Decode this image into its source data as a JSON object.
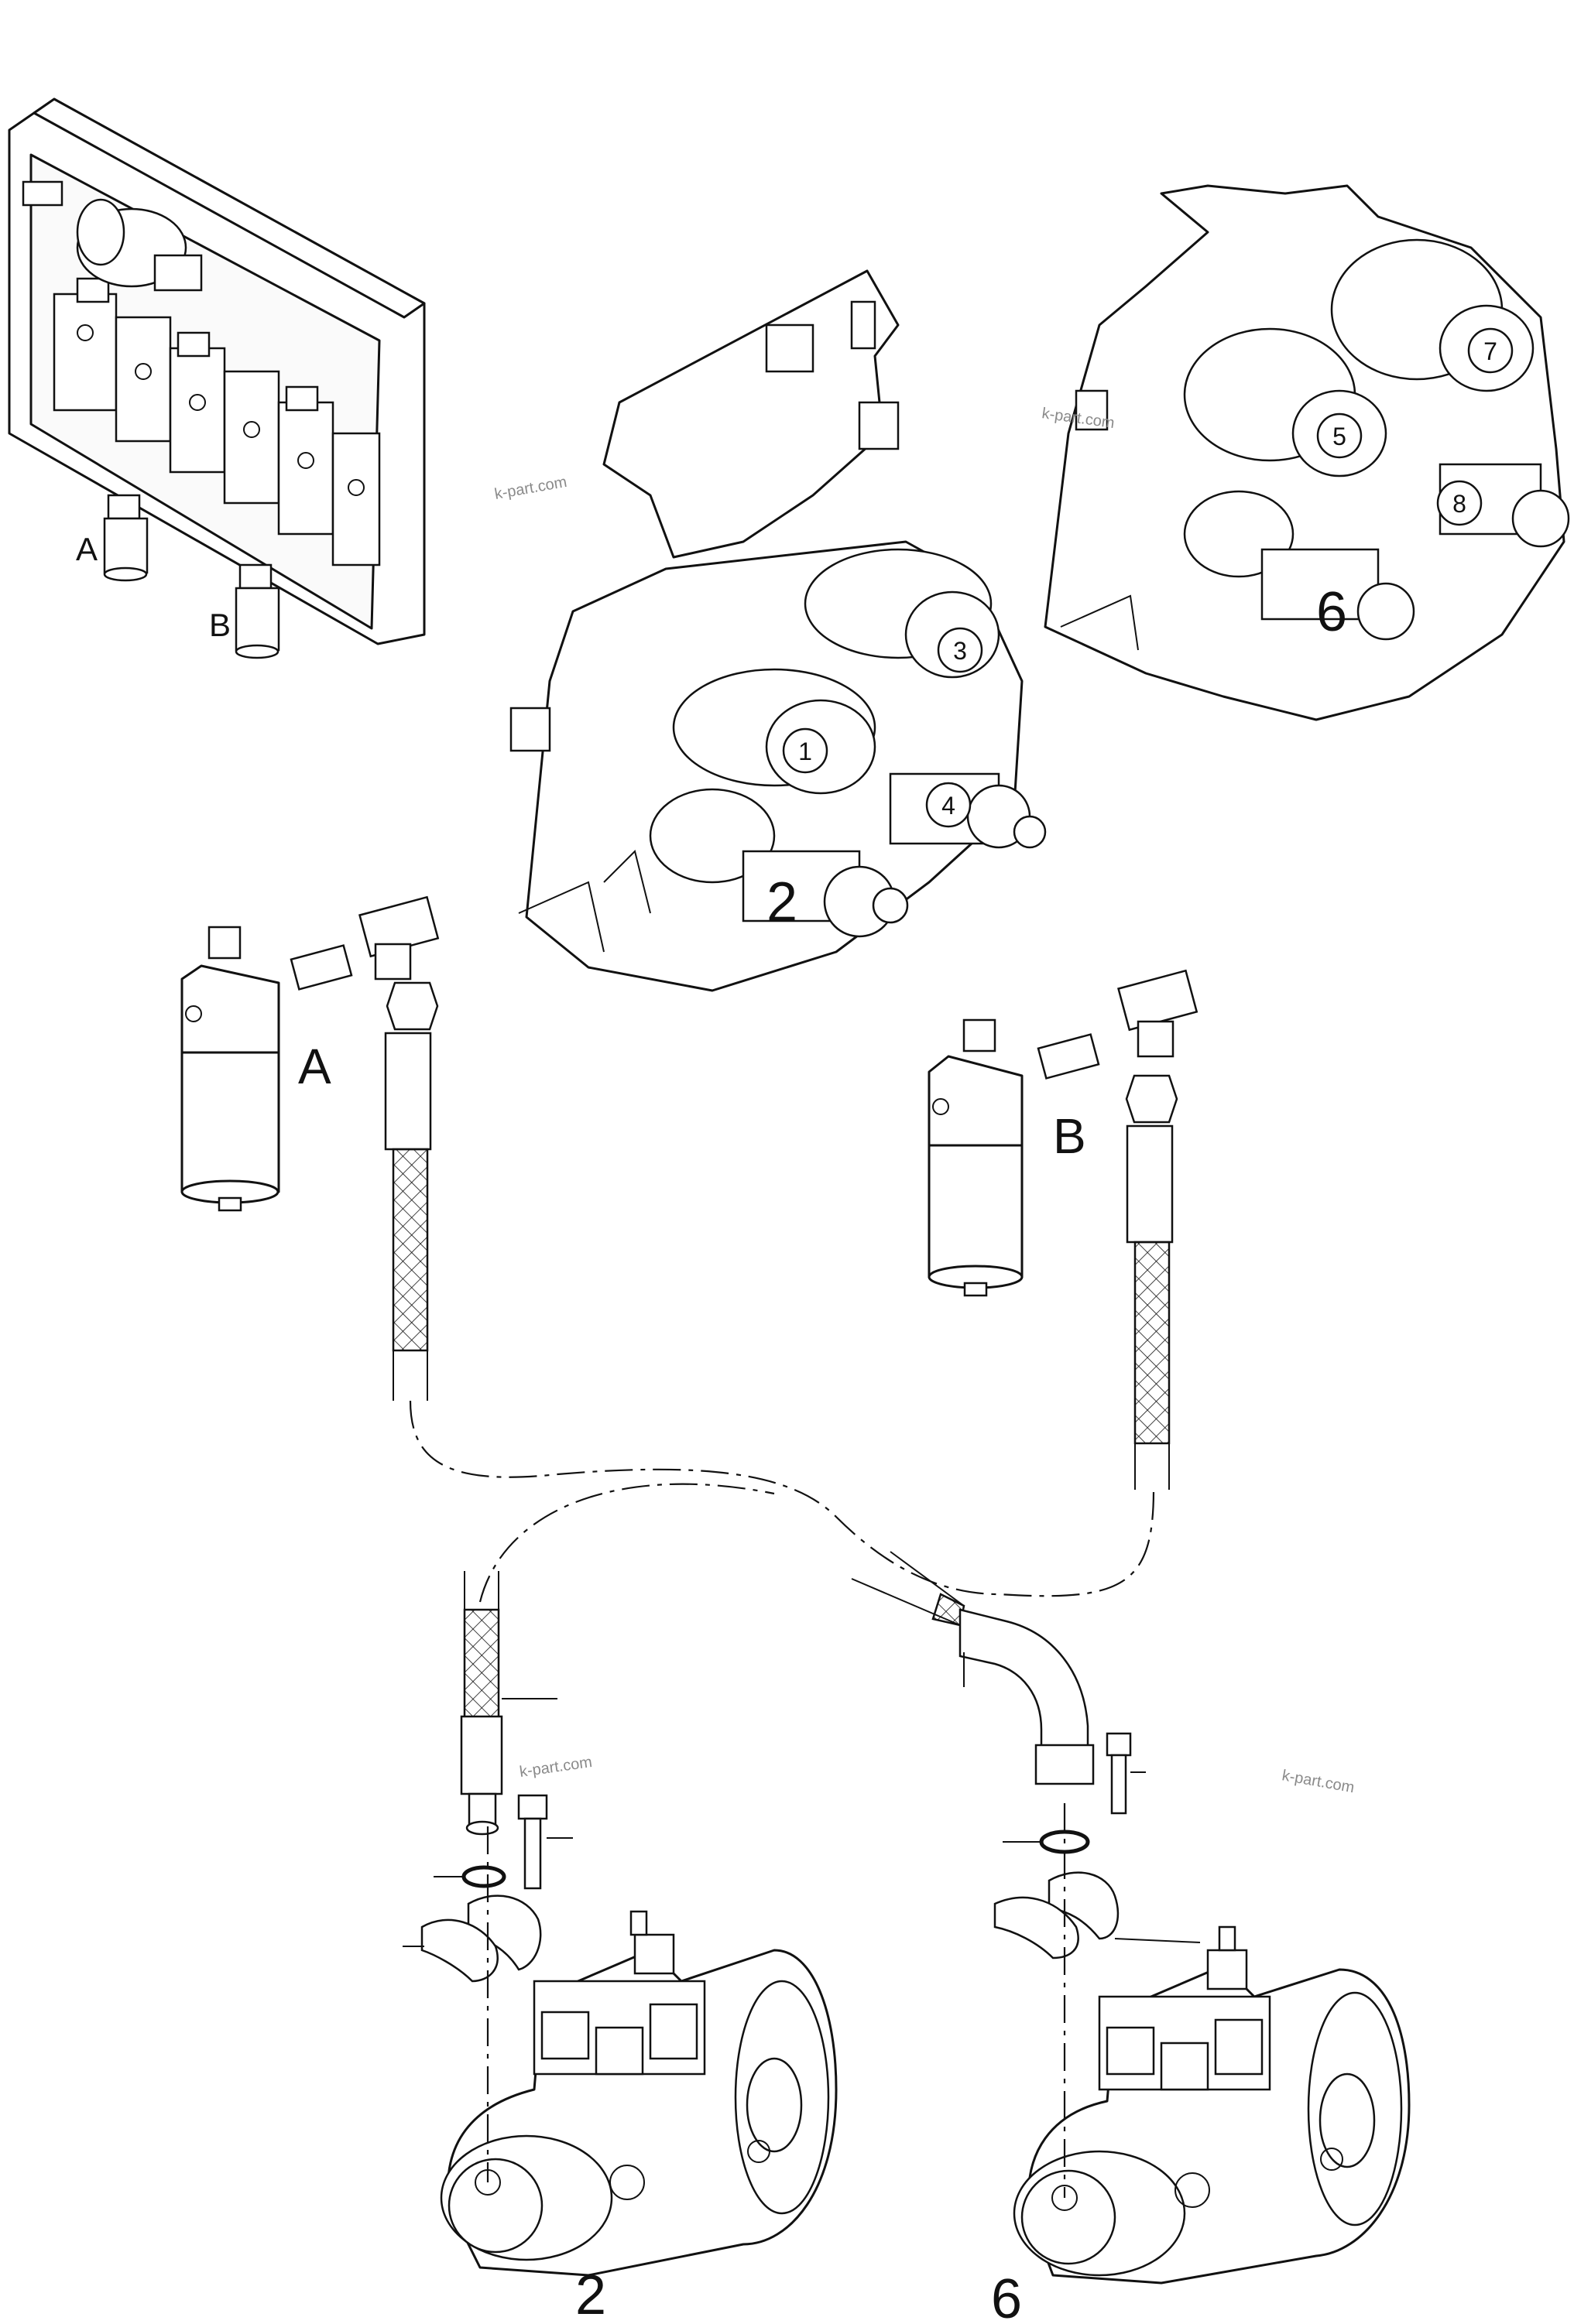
{
  "diagram": {
    "labels": {
      "a_small": "A",
      "b_small": "B",
      "a_large": "A",
      "b_large": "B"
    },
    "callouts": {
      "c1": "1",
      "c2": "2",
      "c3": "3",
      "c4": "4",
      "c5": "5",
      "c6": "6",
      "c7": "7",
      "c8": "8"
    },
    "pump_labels": {
      "left": "2",
      "right": "6"
    },
    "watermarks": {
      "w1": "k-part.com",
      "w2": "k-part.com",
      "w3": "k-part.com",
      "w4": "k-part.com"
    }
  }
}
